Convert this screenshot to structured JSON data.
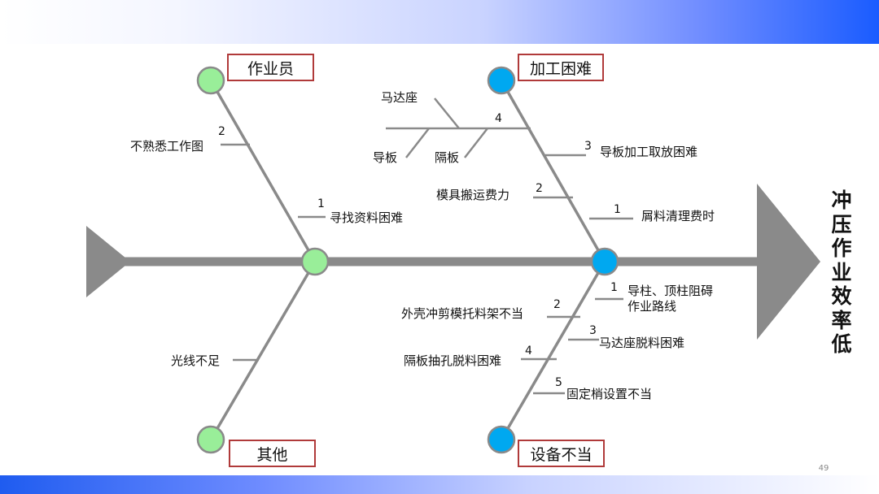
{
  "effect": "冲压作业效率低",
  "page_number": "49",
  "categories": {
    "operator": "作业员",
    "processing": "加工困难",
    "other": "其他",
    "equipment": "设备不当"
  },
  "operator_causes": {
    "c1": {
      "num": "1",
      "label": "寻找资料困难"
    },
    "c2": {
      "num": "2",
      "label": "不熟悉工作图"
    }
  },
  "processing_causes": {
    "c1": {
      "num": "1",
      "label": "屑料清理费时"
    },
    "c2": {
      "num": "2",
      "label": "模具搬运费力"
    },
    "c3": {
      "num": "3",
      "label": "导板加工取放困难"
    },
    "c4": {
      "num": "4",
      "sub": [
        "马达座",
        "导板",
        "隔板"
      ]
    }
  },
  "other_causes": {
    "c1": {
      "label": "光线不足"
    }
  },
  "equipment_causes": {
    "c1": {
      "num": "1",
      "label": "导柱、顶柱阻碍作业路线"
    },
    "c2": {
      "num": "2",
      "label": "外壳冲剪模托料架不当"
    },
    "c3": {
      "num": "3",
      "label": "马达座脱料困难"
    },
    "c4": {
      "num": "4",
      "label": "隔板抽孔脱料困难"
    },
    "c5": {
      "num": "5",
      "label": "固定梢设置不当"
    }
  },
  "colors": {
    "spine": "#8a8a8a",
    "green_node": "#99ee99",
    "blue_node": "#00a8f0",
    "category_border": "#b03a3a"
  }
}
